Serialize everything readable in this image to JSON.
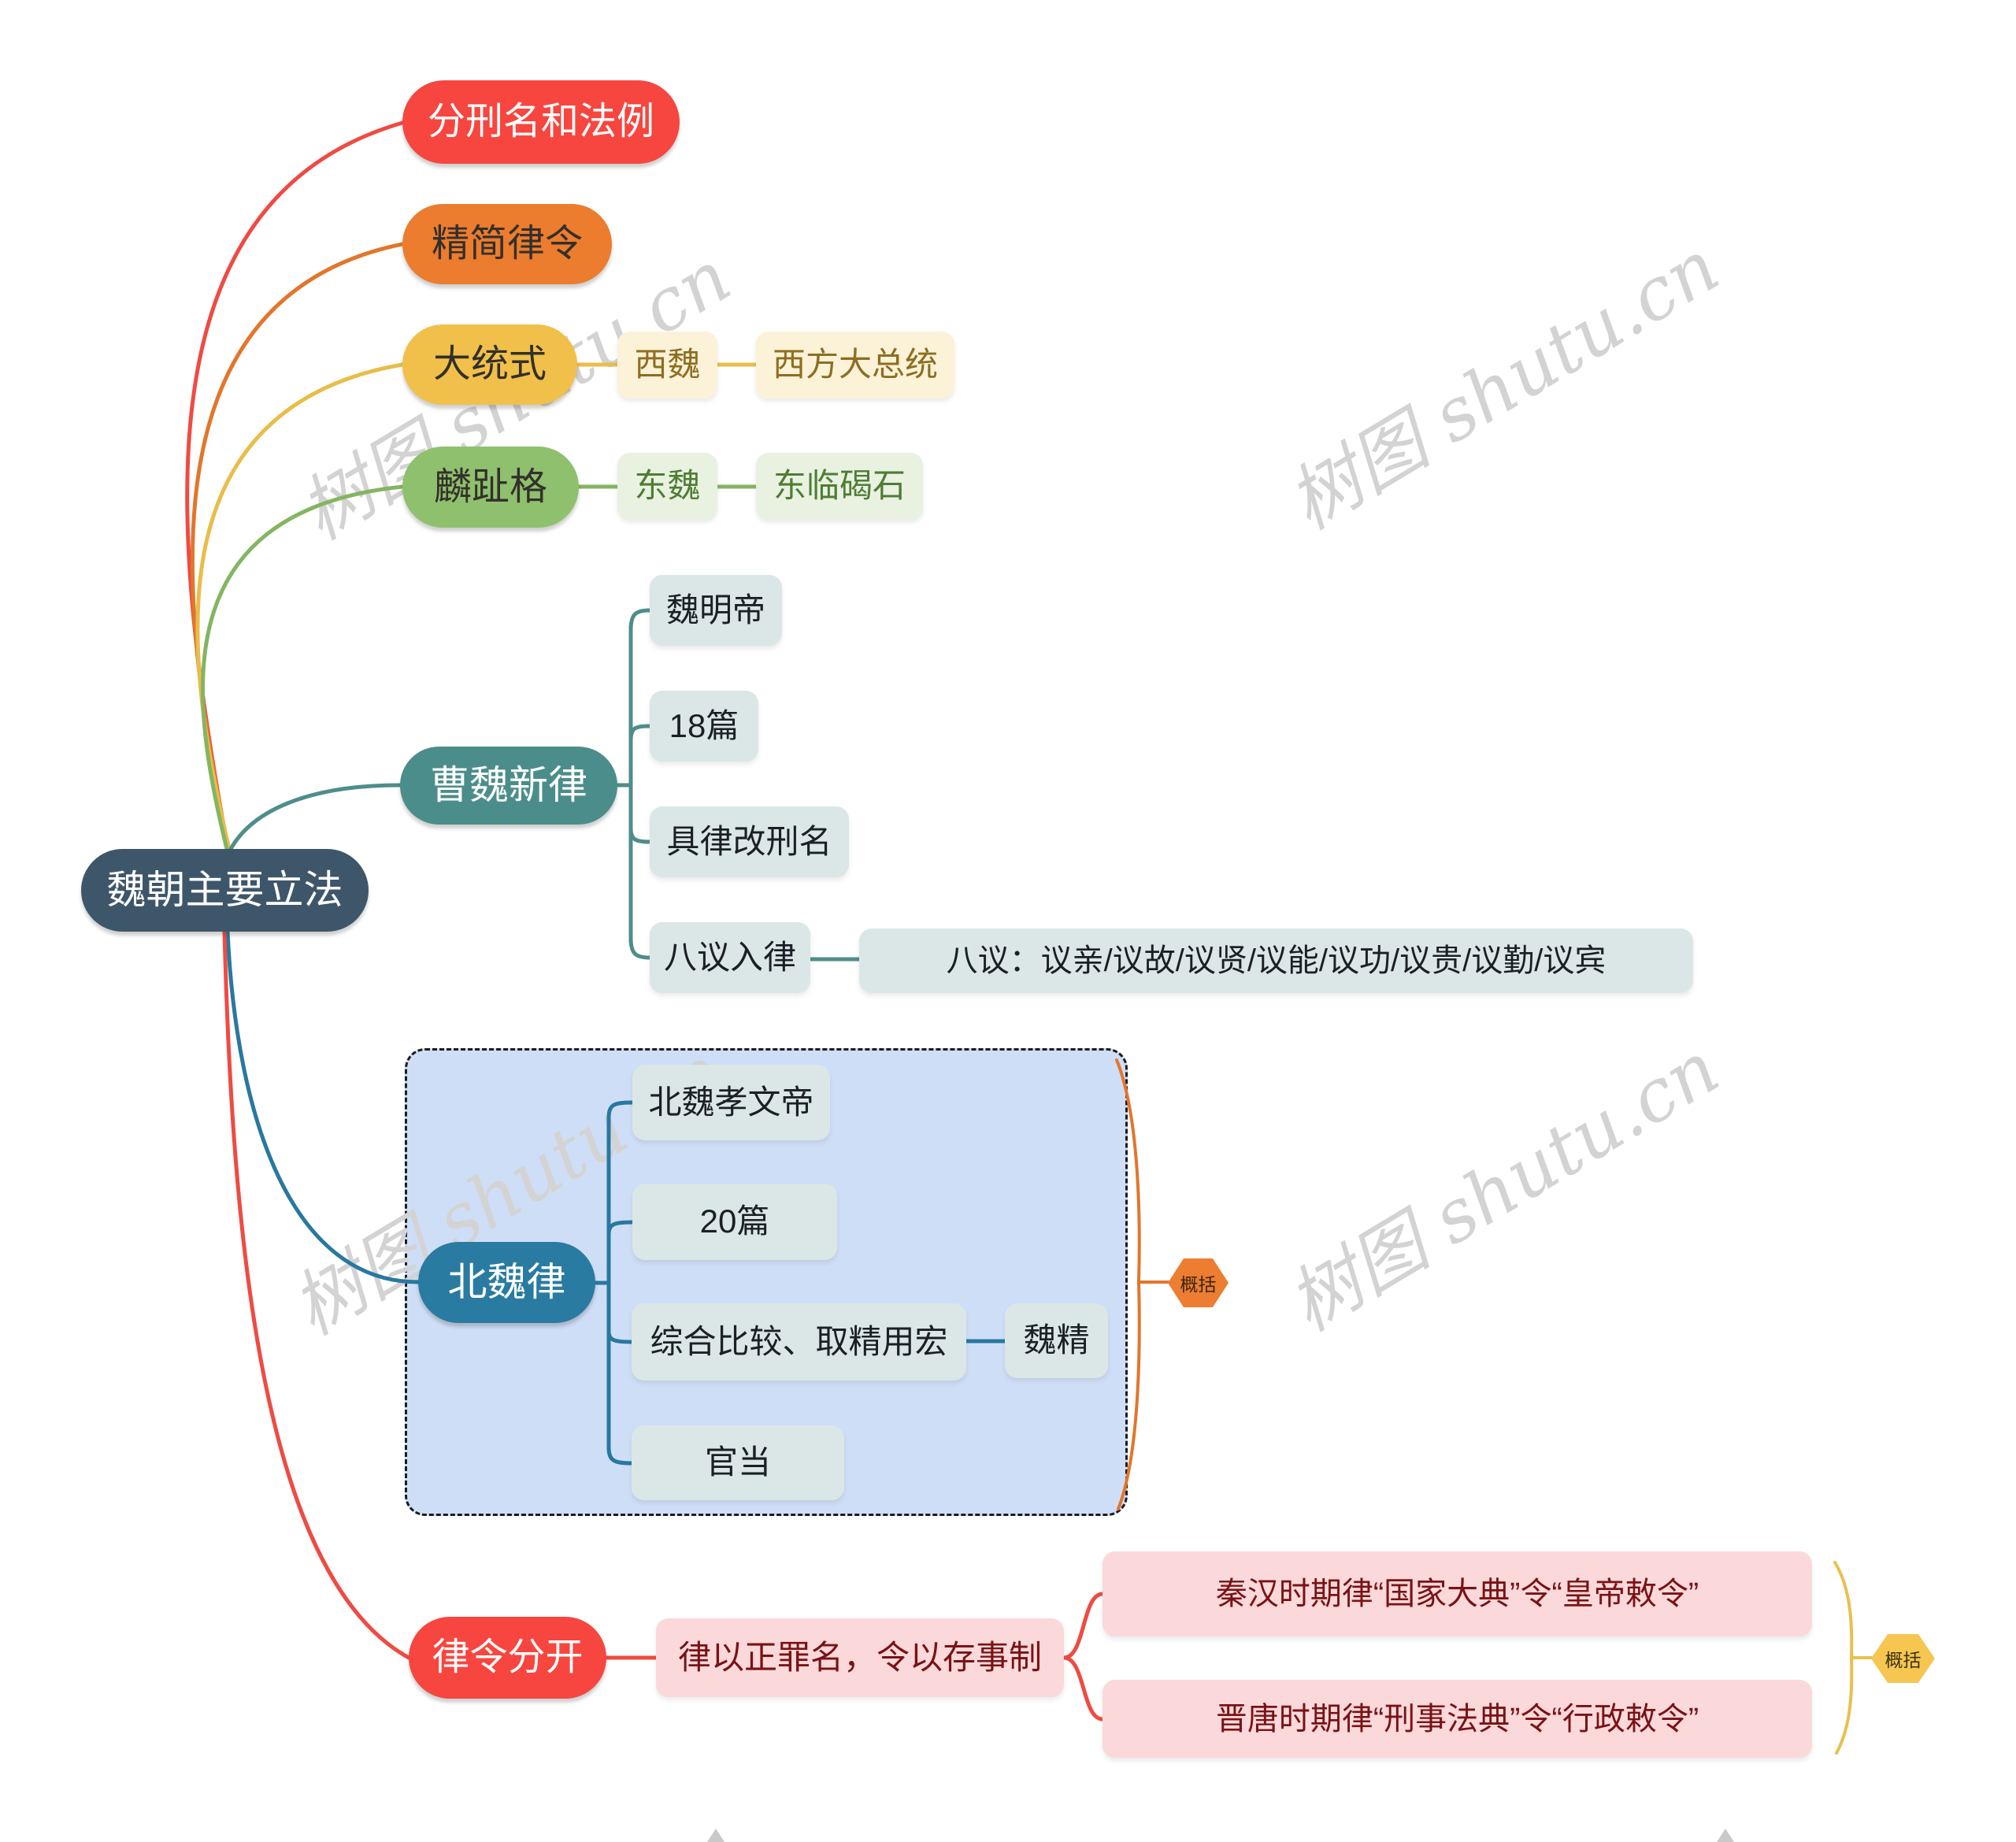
{
  "root": {
    "label": "魏朝主要立法"
  },
  "branches": {
    "fenxing": {
      "label": "分刑名和法例"
    },
    "jingjian": {
      "label": "精简律令"
    },
    "datongshi": {
      "label": "大统式",
      "children": {
        "xiwei": "西魏",
        "xifang": "西方大总统"
      }
    },
    "linzhige": {
      "label": "麟趾格",
      "children": {
        "dongwei": "东魏",
        "donglin": "东临碣石"
      }
    },
    "caowei": {
      "label": "曹魏新律",
      "children": {
        "weimingdi": "魏明帝",
        "pian18": "18篇",
        "julv": "具律改刑名",
        "bayi": "八议入律",
        "bayi_detail": "八议：议亲/议故/议贤/议能/议功/议贵/议勤/议宾"
      }
    },
    "beiwei": {
      "label": "北魏律",
      "badge": "概括",
      "children": {
        "xiaowendi": "北魏孝文帝",
        "pian20": "20篇",
        "zonghe": "综合比较、取精用宏",
        "weijing": "魏精",
        "guandang": "官当"
      }
    },
    "lvling": {
      "label": "律令分开",
      "badge": "概括",
      "children": {
        "desc": "律以正罪名，令以存事制",
        "qinhan": "秦汉时期律“国家大典”令“皇帝敕令”",
        "jintang": "晋唐时期律“刑事法典”令“行政敕令”"
      }
    }
  },
  "watermark": {
    "text": "树图 shutu.cn"
  },
  "colors": {
    "root_navy": "#3e5669",
    "red": "#f7463f",
    "orange": "#ec7c2e",
    "yellow": "#f1c04b",
    "green": "#8fc06e",
    "teal": "#4b8d8a",
    "blue": "#2a7ba1",
    "pink": "#fbd9da",
    "group_fill": "#cfdef7",
    "hex_orange": "#ed7d31",
    "hex_yellow": "#f6c651",
    "edge_red": "#ee4b43",
    "edge_orange": "#e2762c",
    "edge_yellow": "#e9bd4a",
    "edge_green": "#84b561",
    "edge_teal": "#4f8d8a",
    "edge_blue": "#2878a0"
  }
}
